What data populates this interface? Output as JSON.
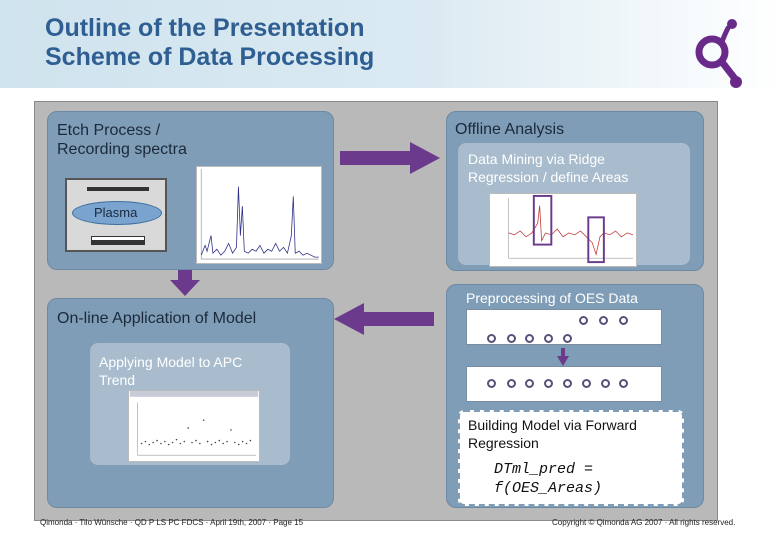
{
  "slide": {
    "title_line1": "Outline of the Presentation",
    "title_line2": "Scheme of Data Processing",
    "logo_icon": "qimonda-logo-icon"
  },
  "etch": {
    "title_line1": "Etch Process /",
    "title_line2": "Recording spectra",
    "plasma_label": "Plasma"
  },
  "offline": {
    "title": "Offline Analysis",
    "mining_line1": "Data Mining via Ridge",
    "mining_line2": "Regression / define Areas"
  },
  "preprocessing": {
    "label": "Preprocessing of OES Data"
  },
  "online": {
    "title": "On-line Application of Model",
    "apc_line1": "Applying Model to APC",
    "apc_line2": "Trend"
  },
  "building": {
    "line1": "Building Model via Forward",
    "line2": "Regression",
    "formula_line1": "DTml_pred =",
    "formula_line2": "f(OES_Areas)"
  },
  "footer": {
    "left": "Qimonda · Tilo Wünsche · QD P LS PC FDCS · April 19th, 2007 · Page 15",
    "right": "Copyright © Qimonda AG 2007 · All rights reserved."
  },
  "colors": {
    "title": "#2f5f92",
    "panel": "#7f9db6",
    "arrow": "#6b3a8c",
    "plasma": "#7aa4cf"
  }
}
